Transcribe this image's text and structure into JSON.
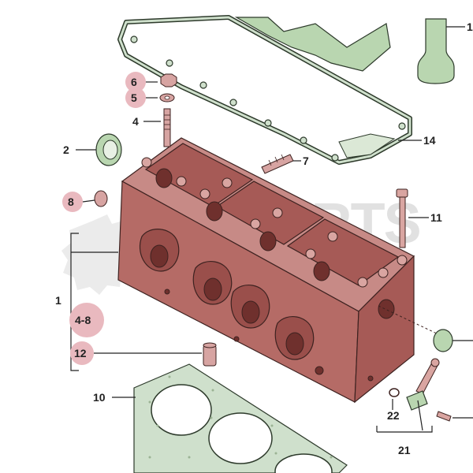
{
  "diagram": {
    "watermark": "EMPARTS",
    "callouts": {
      "c1": "1",
      "c1_top": "1",
      "c2": "2",
      "c4": "4",
      "c4_8": "4-8",
      "c5": "5",
      "c6": "6",
      "c7": "7",
      "c8": "8",
      "c10": "10",
      "c11": "11",
      "c12": "12",
      "c14": "14",
      "c21": "21",
      "c22": "22"
    },
    "colors": {
      "cylinder_head": "#b56b66",
      "gasket": "#cfe0cc",
      "highlight_bubble": "#e9b9bf"
    }
  }
}
